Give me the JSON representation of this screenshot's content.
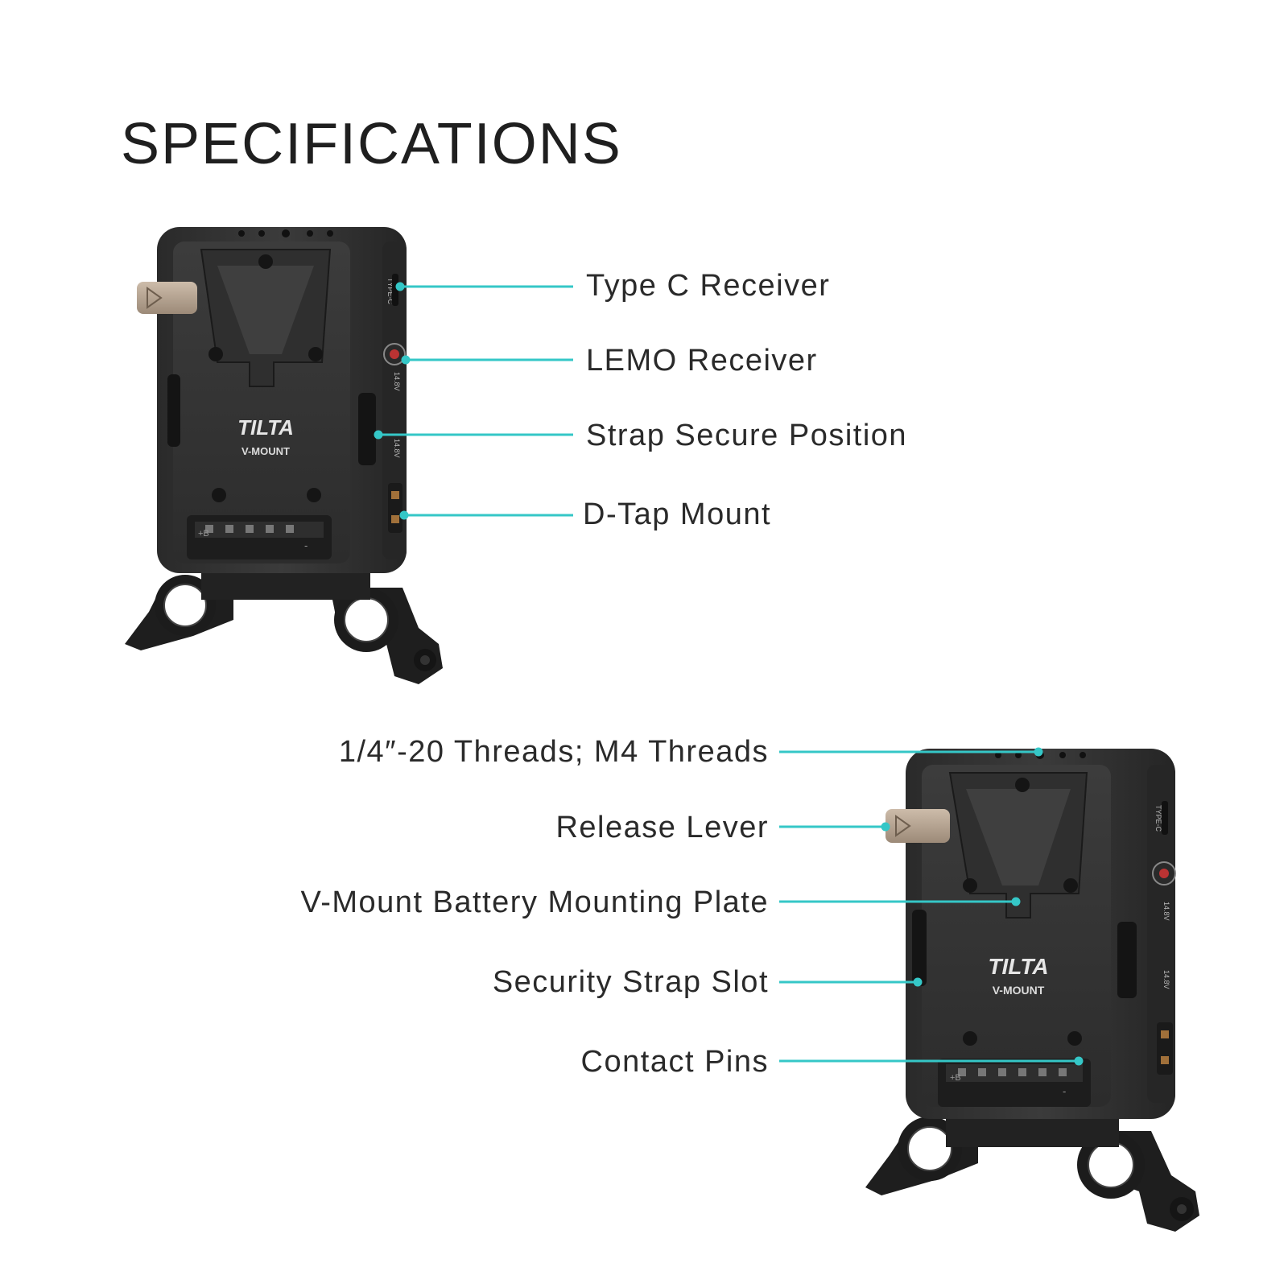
{
  "title": "SPECIFICATIONS",
  "colors": {
    "leader_line": "#35c7c7",
    "device_body": "#2b2b2b",
    "device_face": "#3a3a3a",
    "release_lever": "#b8a593",
    "label_text": "#2a2a2a"
  },
  "device": {
    "brand": "TILTA",
    "model": "V-MOUNT",
    "side_markings": [
      "TYPE-C",
      "14.8V",
      "14.8V"
    ],
    "contact_markings": [
      "+B",
      "-"
    ]
  },
  "top_view_callouts": [
    {
      "label": "Type C Receiver"
    },
    {
      "label": "LEMO Receiver"
    },
    {
      "label": "Strap Secure Position"
    },
    {
      "label": "D-Tap Mount"
    }
  ],
  "bottom_view_callouts": [
    {
      "label": "1/4″-20 Threads; M4 Threads"
    },
    {
      "label": "Release Lever"
    },
    {
      "label": "V-Mount Battery Mounting Plate"
    },
    {
      "label": "Security Strap Slot"
    },
    {
      "label": "Contact Pins"
    }
  ]
}
